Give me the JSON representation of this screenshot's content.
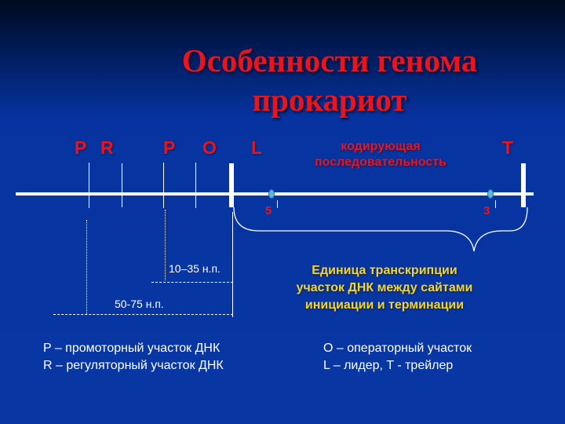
{
  "title": {
    "line1": "Особенности генома",
    "line2": "прокариот"
  },
  "gene_map": {
    "labels": {
      "P1": "P",
      "R": "R",
      "P2": "P",
      "O": "O",
      "L": "L",
      "coding_line1": "кодирующая",
      "coding_line2": "последовательность",
      "T": "T"
    },
    "ends": {
      "five_prime": "5",
      "three_prime": "3"
    },
    "distances": {
      "short": "10–35 н.п.",
      "long": "50-75 н.п."
    }
  },
  "transcription_unit": {
    "line1": "Единица транскрипции",
    "line2": "участок ДНК между сайтами",
    "line3": "инициации и терминации"
  },
  "legend": {
    "left": [
      "P – промоторный участок ДНК",
      "R – регуляторный участок ДНК"
    ],
    "right": [
      "O – операторный участок",
      "L – лидер, T - трейлер"
    ]
  },
  "colors": {
    "label_red": "#e8141e",
    "unit_yellow": "#f2d630",
    "line_white": "#ffffff",
    "background_blue": "#0837a3"
  }
}
